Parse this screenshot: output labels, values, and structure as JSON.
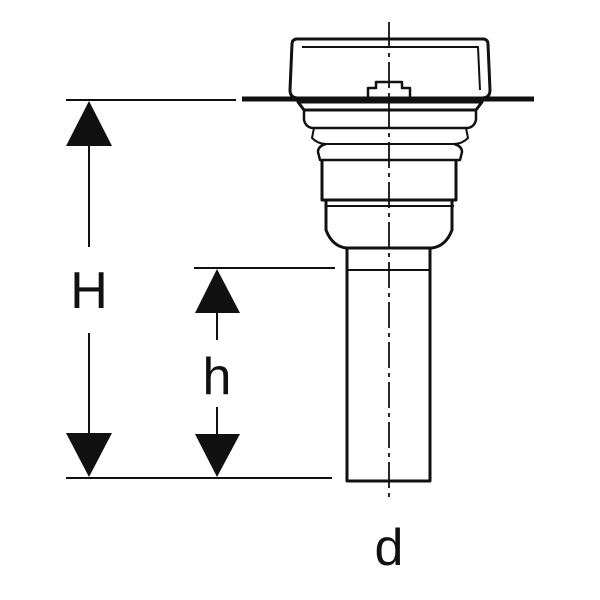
{
  "labels": {
    "total_height": "H",
    "height": "h",
    "diameter": "d"
  },
  "colors": {
    "stroke": "#111111",
    "background": "#ffffff"
  }
}
